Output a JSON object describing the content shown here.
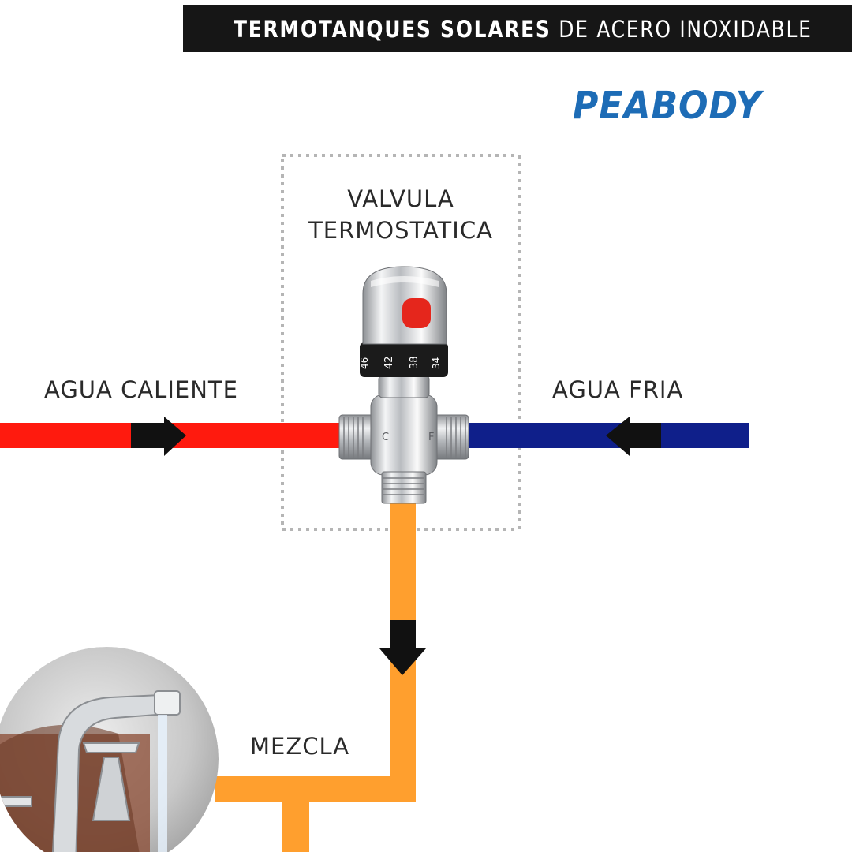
{
  "header": {
    "title_bold": "TERMOTANQUES SOLARES",
    "title_light": "DE ACERO INOXIDABLE"
  },
  "brand": {
    "name": "PEABODY",
    "color": "#1d6cb6"
  },
  "valve": {
    "label_line1": "VALVULA",
    "label_line2": "TERMOSTATICA",
    "dial_numbers": [
      "46",
      "42",
      "38",
      "34"
    ]
  },
  "inlets": {
    "hot": {
      "label": "AGUA CALIENTE",
      "color": "#ff1a0e",
      "port_mark": "C"
    },
    "cold": {
      "label": "AGUA FRIA",
      "color": "#0f1f8a",
      "port_mark": "F"
    }
  },
  "outlet": {
    "label": "MEZCLA",
    "color": "#ff9f2e"
  },
  "icons": {
    "arrow": "arrow-icon",
    "faucet": "faucet-photo-icon"
  }
}
